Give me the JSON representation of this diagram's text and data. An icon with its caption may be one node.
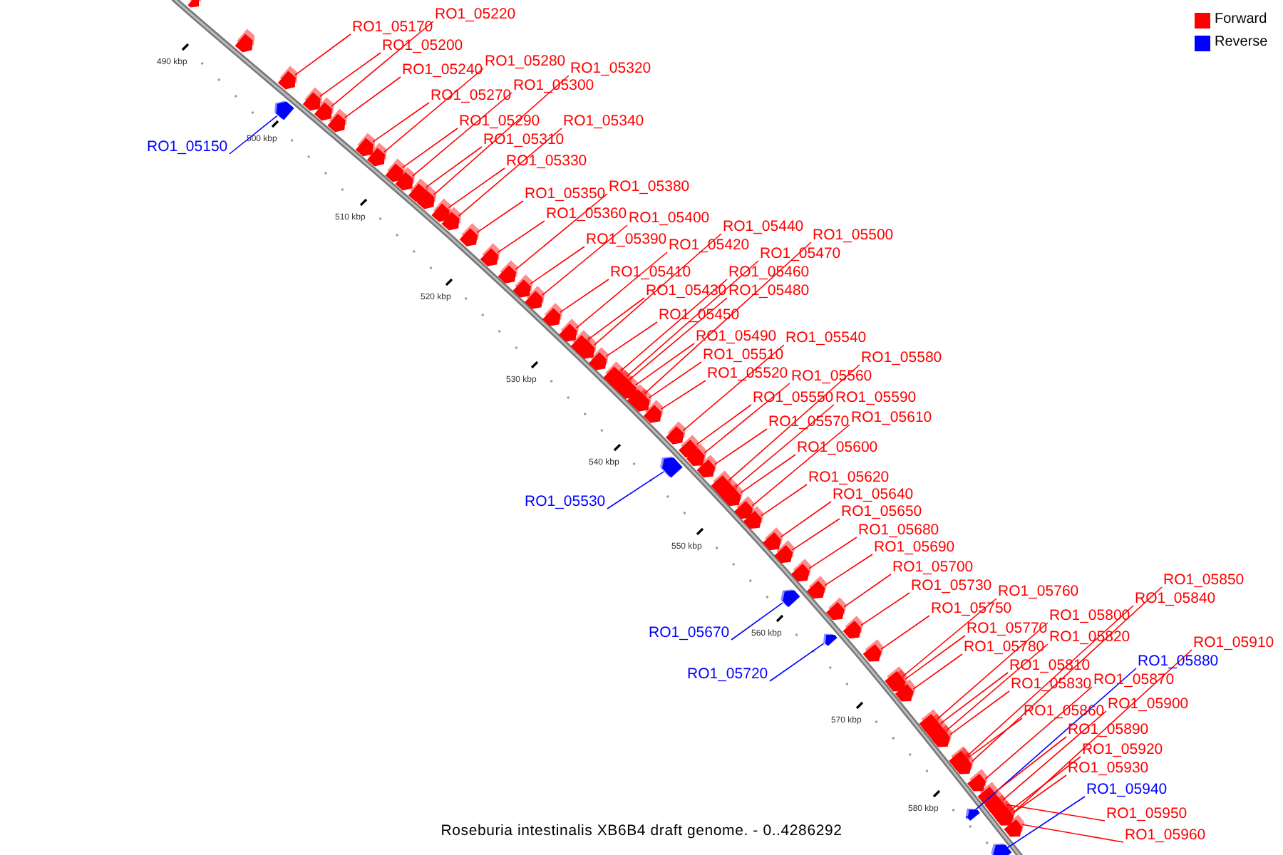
{
  "diagram": {
    "caption": "Roseburia intestinalis XB6B4 draft genome. - 0..4286292",
    "nodes": [
      {
        "text": [
          "RO1_05220"
        ]
      },
      {
        "text": [
          "RO1_05170"
        ]
      },
      {
        "text": [
          "RO1_05200"
        ]
      },
      {
        "text": [
          "RO1_05240"
        ]
      },
      {
        "text": [
          "RO1_05280"
        ]
      },
      {
        "text": [
          "RO1_05320"
        ]
      },
      {
        "text": [
          "RO1_05300"
        ]
      },
      {
        "text": [
          "RO1_05270"
        ]
      },
      {
        "text": [
          "RO1_05290"
        ]
      },
      {
        "text": [
          "RO1_05340"
        ]
      },
      {
        "text": [
          "RO1_05150"
        ]
      },
      {
        "text": [
          "RO1_05310"
        ]
      },
      {
        "text": [
          "RO1_05330"
        ]
      },
      {
        "text": [
          "RO1_05350"
        ]
      },
      {
        "text": [
          "RO1_05380"
        ]
      },
      {
        "text": [
          "RO1_05360"
        ]
      },
      {
        "text": [
          "RO1_05400"
        ]
      },
      {
        "text": [
          "RO1_05390"
        ]
      },
      {
        "text": [
          "RO1_05440"
        ]
      },
      {
        "text": [
          "RO1_05500"
        ]
      },
      {
        "text": [
          "RO1_05420"
        ]
      },
      {
        "text": [
          "RO1_05470"
        ]
      },
      {
        "text": [
          "RO1_05410"
        ]
      },
      {
        "text": [
          "RO1_05460"
        ]
      },
      {
        "text": [
          "RO1_05430"
        ]
      },
      {
        "text": [
          "RO1_05480"
        ]
      },
      {
        "text": [
          "RO1_05450"
        ]
      },
      {
        "text": [
          "RO1_05490"
        ]
      },
      {
        "text": [
          "RO1_05540"
        ]
      },
      {
        "text": [
          "RO1_05510"
        ]
      },
      {
        "text": [
          "RO1_05580"
        ]
      },
      {
        "text": [
          "RO1_05520"
        ]
      },
      {
        "text": [
          "RO1_05560"
        ]
      },
      {
        "text": [
          "RO1_05550"
        ]
      },
      {
        "text": [
          "RO1_05590"
        ]
      },
      {
        "text": [
          "RO1_05570"
        ]
      },
      {
        "text": [
          "RO1_05610"
        ]
      },
      {
        "text": [
          "RO1_05600"
        ]
      },
      {
        "text": [
          "RO1_05620"
        ]
      },
      {
        "text": [
          "RO1_05530"
        ]
      },
      {
        "text": [
          "RO1_05640"
        ]
      },
      {
        "text": [
          "RO1_05650"
        ]
      },
      {
        "text": [
          "RO1_05680"
        ]
      },
      {
        "text": [
          "RO1_05690"
        ]
      },
      {
        "text": [
          "RO1_05700"
        ]
      },
      {
        "text": [
          "RO1_05730"
        ]
      },
      {
        "text": [
          "RO1_05760"
        ]
      },
      {
        "text": [
          "RO1_05670"
        ]
      },
      {
        "text": [
          "RO1_05850"
        ]
      },
      {
        "text": [
          "RO1_05750"
        ]
      },
      {
        "text": [
          "RO1_05840"
        ]
      },
      {
        "text": [
          "RO1_05800"
        ]
      },
      {
        "text": [
          "RO1_05770"
        ]
      },
      {
        "text": [
          "RO1_05820"
        ]
      },
      {
        "text": [
          "RO1_05910"
        ]
      },
      {
        "text": [
          "RO1_05780"
        ]
      },
      {
        "text": [
          "RO1_05880"
        ]
      },
      {
        "text": [
          "RO1_05810"
        ]
      },
      {
        "text": [
          "RO1_05720"
        ]
      },
      {
        "text": [
          "RO1_05870"
        ]
      },
      {
        "text": [
          "RO1_05830"
        ]
      },
      {
        "text": [
          "RO1_05900"
        ]
      },
      {
        "text": [
          "RO1_05860"
        ]
      },
      {
        "text": [
          "RO1_05890"
        ]
      },
      {
        "text": [
          "RO1_05920"
        ]
      },
      {
        "text": [
          "RO1_05930"
        ]
      },
      {
        "text": [
          "RO1_05940"
        ]
      },
      {
        "text": [
          "RO1_05950"
        ]
      },
      {
        "text": [
          "RO1_05960"
        ]
      },
      {
        "text": [],
        "shape": "pentagon"
      },
      {
        "text": [],
        "shape": "pentagon"
      },
      {
        "text": [],
        "shape": "pentagon"
      },
      {
        "text": [],
        "shape": "pentagon"
      },
      {
        "text": [],
        "shape": "pentagon"
      },
      {
        "text": [],
        "shape": "pentagon"
      },
      {
        "text": [],
        "shape": "pentagon"
      },
      {
        "text": [],
        "shape": "pentagon"
      },
      {
        "text": [],
        "shape": "pentagon"
      },
      {
        "text": [],
        "shape": "pentagon"
      },
      {
        "text": [],
        "shape": "pentagon"
      },
      {
        "text": [],
        "shape": "pentagon"
      },
      {
        "text": [],
        "shape": "pentagon"
      },
      {
        "text": [],
        "shape": "pentagon"
      },
      {
        "text": [],
        "shape": "pentagon"
      },
      {
        "text": [],
        "shape": "pentagon"
      },
      {
        "text": [],
        "shape": "pentagon"
      },
      {
        "text": [],
        "shape": "pentagon"
      },
      {
        "text": [],
        "shape": "pentagon"
      },
      {
        "text": [],
        "shape": "pentagon"
      },
      {
        "text": [],
        "shape": "pentagon"
      },
      {
        "text": [],
        "shape": "pentagon"
      },
      {
        "text": [],
        "shape": "pentagon"
      },
      {
        "text": [],
        "shape": "pentagon"
      },
      {
        "text": [],
        "shape": "pentagon"
      },
      {
        "text": [],
        "shape": "pentagon"
      },
      {
        "text": [],
        "shape": "pentagon"
      },
      {
        "text": [],
        "shape": "pentagon"
      },
      {
        "text": [],
        "shape": "pentagon"
      },
      {
        "text": [],
        "shape": "pentagon"
      },
      {
        "text": [],
        "shape": "pentagon"
      },
      {
        "text": [],
        "shape": "pentagon"
      },
      {
        "text": [],
        "shape": "pentagon"
      },
      {
        "text": [],
        "shape": "pentagon"
      },
      {
        "text": [],
        "shape": "pentagon"
      },
      {
        "text": [],
        "shape": "pentagon"
      },
      {
        "text": [],
        "shape": "pentagon"
      },
      {
        "text": [],
        "shape": "pentagon"
      },
      {
        "text": [],
        "shape": "pentagon"
      },
      {
        "text": [],
        "shape": "pentagon"
      },
      {
        "text": [],
        "shape": "pentagon"
      },
      {
        "text": [],
        "shape": "pentagon"
      },
      {
        "text": [],
        "shape": "pentagon"
      },
      {
        "text": [],
        "shape": "pentagon"
      },
      {
        "text": [],
        "shape": "pentagon"
      },
      {
        "text": [],
        "shape": "pentagon"
      },
      {
        "text": [],
        "shape": "pentagon"
      },
      {
        "text": [],
        "shape": "pentagon"
      },
      {
        "text": [],
        "shape": "pentagon"
      },
      {
        "text": [],
        "shape": "pentagon"
      },
      {
        "text": [],
        "shape": "pentagon"
      },
      {
        "text": [],
        "shape": "pentagon"
      },
      {
        "text": [],
        "shape": "pentagon"
      },
      {
        "text": [],
        "shape": "pentagon"
      },
      {
        "text": [],
        "shape": "pentagon"
      },
      {
        "text": [],
        "shape": "pentagon"
      },
      {
        "text": [],
        "shape": "pentagon"
      },
      {
        "text": [],
        "shape": "pentagon"
      },
      {
        "text": [],
        "shape": "pentagon"
      },
      {
        "text": [],
        "shape": "pentagon"
      },
      {
        "text": [],
        "shape": "pentagon"
      },
      {
        "text": [],
        "shape": "pentagon"
      },
      {
        "text": [],
        "shape": "pentagon"
      },
      {
        "text": [],
        "shape": "pentagon"
      },
      {
        "text": [],
        "shape": "pentagon"
      },
      {
        "text": [],
        "shape": "pentagon"
      },
      {
        "text": [],
        "shape": "pentagon"
      },
      {
        "text": [],
        "shape": "pentagon"
      },
      {
        "text": [],
        "shape": "pentagon"
      },
      {
        "text": [],
        "shape": "pentagon"
      },
      {
        "text": [],
        "shape": "pentagon"
      }
    ],
    "edges": [
      {
        "from": 0,
        "to": 69,
        "arrow": "none"
      },
      {
        "from": 1,
        "to": 70,
        "arrow": "none"
      },
      {
        "from": 2,
        "to": 71,
        "arrow": "none"
      },
      {
        "from": 3,
        "to": 72,
        "arrow": "none"
      },
      {
        "from": 4,
        "to": 73,
        "arrow": "none"
      },
      {
        "from": 5,
        "to": 74,
        "arrow": "none"
      },
      {
        "from": 6,
        "to": 75,
        "arrow": "none"
      },
      {
        "from": 7,
        "to": 76,
        "arrow": "none"
      },
      {
        "from": 8,
        "to": 77,
        "arrow": "none"
      },
      {
        "from": 9,
        "to": 78,
        "arrow": "none"
      },
      {
        "from": 10,
        "to": 79,
        "arrow": "none",
        "color": "#0000ff"
      },
      {
        "from": 11,
        "to": 80,
        "arrow": "none"
      },
      {
        "from": 12,
        "to": 81,
        "arrow": "none"
      },
      {
        "from": 13,
        "to": 82,
        "arrow": "none"
      },
      {
        "from": 14,
        "to": 83,
        "arrow": "none"
      },
      {
        "from": 15,
        "to": 84,
        "arrow": "none"
      },
      {
        "from": 16,
        "to": 85,
        "arrow": "none"
      },
      {
        "from": 17,
        "to": 86,
        "arrow": "none"
      },
      {
        "from": 18,
        "to": 87,
        "arrow": "none"
      },
      {
        "from": 19,
        "to": 88,
        "arrow": "none"
      },
      {
        "from": 20,
        "to": 89,
        "arrow": "none"
      },
      {
        "from": 21,
        "to": 90,
        "arrow": "none"
      },
      {
        "from": 22,
        "to": 91,
        "arrow": "none"
      },
      {
        "from": 23,
        "to": 92,
        "arrow": "none"
      },
      {
        "from": 24,
        "to": 93,
        "arrow": "none"
      },
      {
        "from": 25,
        "to": 94,
        "arrow": "none"
      },
      {
        "from": 26,
        "to": 95,
        "arrow": "none"
      },
      {
        "from": 27,
        "to": 96,
        "arrow": "none"
      },
      {
        "from": 28,
        "to": 97,
        "arrow": "none"
      },
      {
        "from": 29,
        "to": 98,
        "arrow": "none"
      },
      {
        "from": 30,
        "to": 99,
        "arrow": "none"
      },
      {
        "from": 31,
        "to": 100,
        "arrow": "none"
      },
      {
        "from": 32,
        "to": 101,
        "arrow": "none"
      },
      {
        "from": 33,
        "to": 102,
        "arrow": "none"
      },
      {
        "from": 34,
        "to": 103,
        "arrow": "none"
      },
      {
        "from": 35,
        "to": 104,
        "arrow": "none"
      },
      {
        "from": 36,
        "to": 105,
        "arrow": "none"
      },
      {
        "from": 37,
        "to": 106,
        "arrow": "none"
      },
      {
        "from": 38,
        "to": 107,
        "arrow": "none"
      },
      {
        "from": 39,
        "to": 108,
        "arrow": "none",
        "color": "#0000ff"
      },
      {
        "from": 40,
        "to": 109,
        "arrow": "none"
      },
      {
        "from": 41,
        "to": 110,
        "arrow": "none"
      },
      {
        "from": 42,
        "to": 111,
        "arrow": "none"
      },
      {
        "from": 43,
        "to": 112,
        "arrow": "none"
      },
      {
        "from": 44,
        "to": 113,
        "arrow": "none"
      },
      {
        "from": 45,
        "to": 114,
        "arrow": "none"
      },
      {
        "from": 46,
        "to": 115,
        "arrow": "none"
      },
      {
        "from": 47,
        "to": 116,
        "arrow": "none",
        "color": "#0000ff"
      },
      {
        "from": 48,
        "to": 117,
        "arrow": "none"
      },
      {
        "from": 49,
        "to": 118,
        "arrow": "none"
      },
      {
        "from": 50,
        "to": 119,
        "arrow": "none"
      },
      {
        "from": 51,
        "to": 120,
        "arrow": "none"
      },
      {
        "from": 52,
        "to": 121,
        "arrow": "none"
      },
      {
        "from": 53,
        "to": 122,
        "arrow": "none"
      },
      {
        "from": 54,
        "to": 123,
        "arrow": "none"
      },
      {
        "from": 55,
        "to": 124,
        "arrow": "none"
      },
      {
        "from": 56,
        "to": 125,
        "arrow": "none",
        "color": "#0000ff"
      },
      {
        "from": 57,
        "to": 126,
        "arrow": "none"
      },
      {
        "from": 58,
        "to": 127,
        "arrow": "none",
        "color": "#0000ff"
      },
      {
        "from": 59,
        "to": 128,
        "arrow": "none"
      },
      {
        "from": 60,
        "to": 129,
        "arrow": "none"
      },
      {
        "from": 61,
        "to": 130,
        "arrow": "none"
      },
      {
        "from": 62,
        "to": 131,
        "arrow": "none"
      },
      {
        "from": 63,
        "to": 132,
        "arrow": "none"
      },
      {
        "from": 64,
        "to": 133,
        "arrow": "none"
      },
      {
        "from": 65,
        "to": 134,
        "arrow": "none"
      },
      {
        "from": 66,
        "to": 135,
        "arrow": "none",
        "color": "#0000ff"
      },
      {
        "from": 67,
        "to": 136,
        "arrow": "none"
      },
      {
        "from": 68,
        "to": 137,
        "arrow": "none"
      }
    ],
    "labels": [
      "490 kbp",
      "500 kbp",
      "510 kbp",
      "520 kbp",
      "530 kbp",
      "540 kbp",
      "550 kbp",
      "560 kbp",
      "570 kbp",
      "580 kbp"
    ],
    "legend": [
      {
        "text": "Forward",
        "color": "#ff0000"
      },
      {
        "text": "Reverse",
        "color": "#0000ff"
      }
    ]
  }
}
